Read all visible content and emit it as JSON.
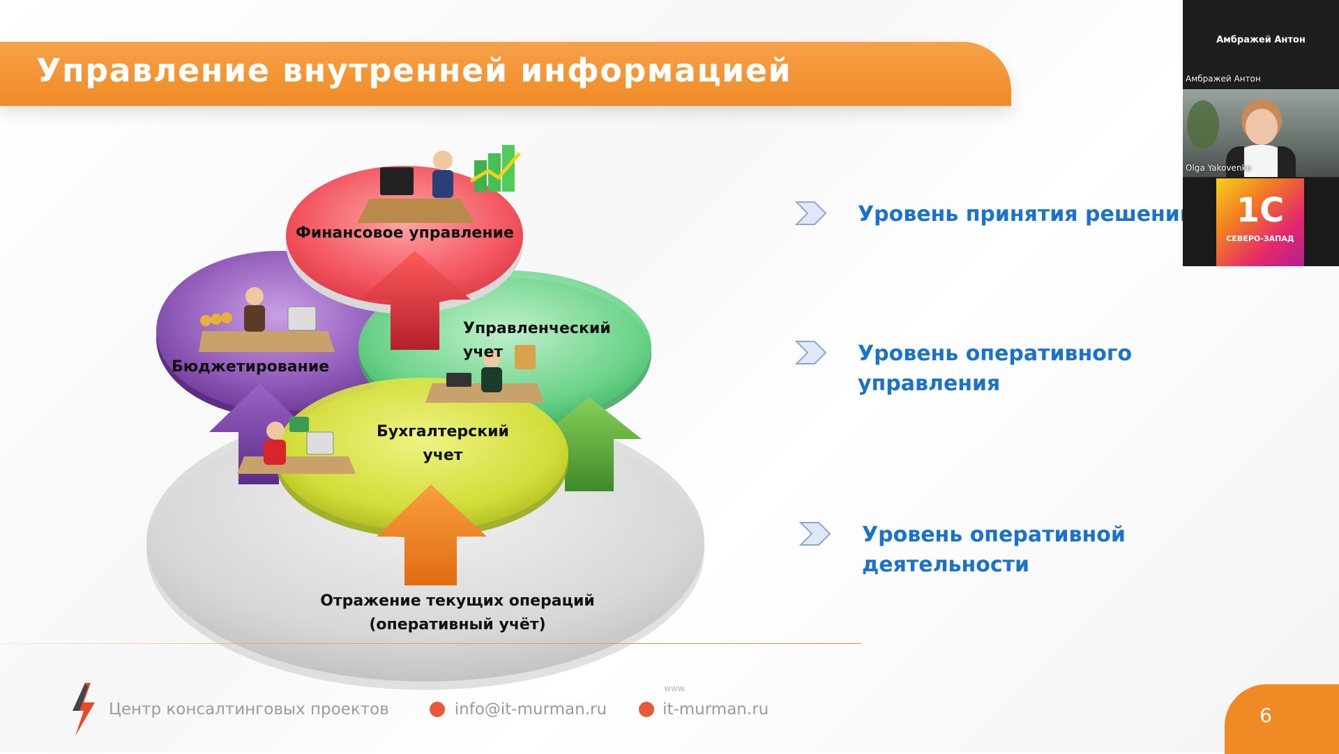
{
  "slide": {
    "title": "Управление внутренней информацией",
    "page_number": "6"
  },
  "diagram": {
    "financial": "Финансовое управление",
    "budgeting": "Бюджетирование",
    "management_line1": "Управленческий",
    "management_line2": "учет",
    "accounting_line1": "Бухгалтерский",
    "accounting_line2": "учет",
    "base_line1": "Отражение текущих операций",
    "base_line2": "(оперативный учёт)",
    "colors": {
      "financial": "#f2535d",
      "budgeting": "#8b55b5",
      "management": "#6ed68c",
      "accounting": "#d8e23a",
      "base": "#d9d9d9"
    }
  },
  "levels": [
    {
      "text": "Уровень принятия решений"
    },
    {
      "text": "Уровень оперативного\nуправления"
    },
    {
      "text": "Уровень оперативной\n деятельности"
    }
  ],
  "footer": {
    "company": "Центр консалтинговых проектов",
    "email": "info@it-murman.ru",
    "www_small": "www.",
    "site": "it-murman.ru"
  },
  "participants": {
    "tile1_name": "Амбражей Антон",
    "tile1_caption": "Амбражей Антон",
    "tile2_caption": "Olga Yakovenko",
    "logo_text": "1С",
    "logo_subtitle": "СЕВЕРО-ЗАПАД"
  },
  "colors": {
    "accent": "#f08a24",
    "level_text": "#1b73c9"
  }
}
